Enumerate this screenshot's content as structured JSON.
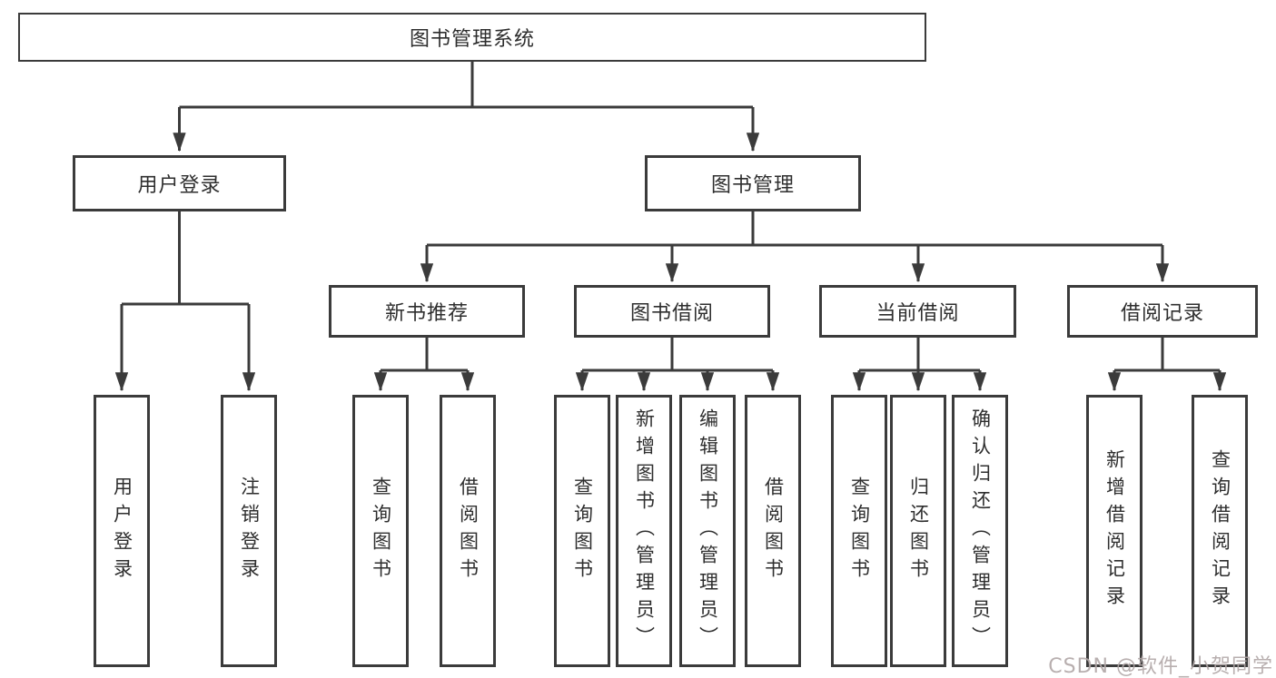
{
  "diagram": {
    "type": "hierarchy-tree",
    "colors": {
      "line": "#3b3b3b",
      "border": "#3b3b3b",
      "text": "#2e2e2e",
      "background": "#ffffff",
      "watermark": "#b0a6a6"
    },
    "tree": {
      "label": "图书管理系统",
      "children": [
        {
          "label": "用户登录",
          "children": [
            {
              "label": "用户登录"
            },
            {
              "label": "注销登录"
            }
          ]
        },
        {
          "label": "图书管理",
          "children": [
            {
              "label": "新书推荐",
              "children": [
                {
                  "label": "查询图书"
                },
                {
                  "label": "借阅图书"
                }
              ]
            },
            {
              "label": "图书借阅",
              "children": [
                {
                  "label": "查询图书"
                },
                {
                  "label": "新增图书（管理员）"
                },
                {
                  "label": "编辑图书（管理员）"
                },
                {
                  "label": "借阅图书"
                }
              ]
            },
            {
              "label": "当前借阅",
              "children": [
                {
                  "label": "查询图书"
                },
                {
                  "label": "归还图书"
                },
                {
                  "label": "确认归还（管理员）"
                }
              ]
            },
            {
              "label": "借阅记录",
              "children": [
                {
                  "label": "新增借阅记录"
                },
                {
                  "label": "查询借阅记录"
                }
              ]
            }
          ]
        }
      ]
    },
    "watermark": {
      "text": "CSDN @软件_小贺同学"
    }
  }
}
